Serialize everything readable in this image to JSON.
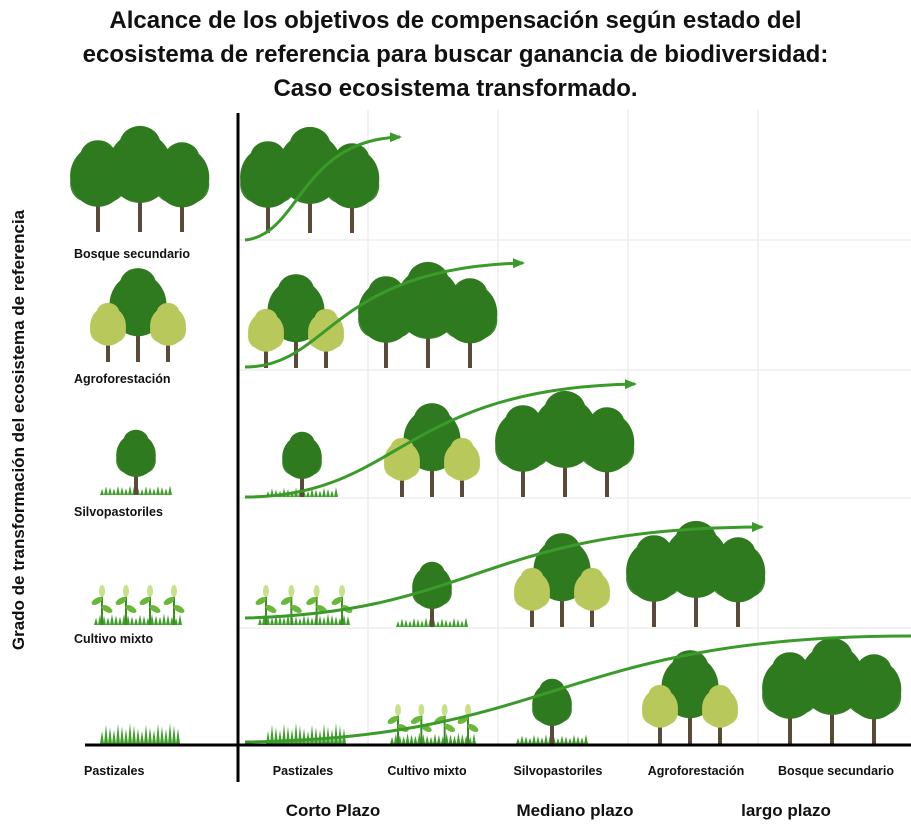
{
  "title": {
    "line1": "Alcance de los objetivos de compensación según estado del",
    "line2": "ecosistema de referencia para buscar ganancia de biodiversidad:",
    "line3": "Caso ecosistema transformado."
  },
  "y_axis_label": "Grado de transformación del ecosistema de  referencia",
  "row_labels": [
    "Bosque secundario",
    "Agroforestación",
    "Silvopastoriles",
    "Cultivo mixto",
    "Pastizales"
  ],
  "column_labels": [
    "Pastizales",
    "Cultivo mixto",
    "Silvopastoriles",
    "Agroforestación",
    "Bosque secundario"
  ],
  "time_labels": [
    "Corto Plazo",
    "Mediano plazo",
    "largo plazo"
  ],
  "colors": {
    "arrow": "#3a9a2a",
    "grid": "#eeeeee",
    "axis": "#000000",
    "tree_dark": "#2f7a1f",
    "tree_light": "#b8c85a",
    "grass": "#3f9f2a",
    "trunk": "#5a4a3a"
  },
  "icons": {
    "forest": "dense-forest-icon",
    "agro": "agroforestry-icon",
    "silvo": "silvopasture-icon",
    "crop": "mixed-crop-icon",
    "grass": "pasture-grass-icon",
    "arrow": "progression-arrow"
  }
}
